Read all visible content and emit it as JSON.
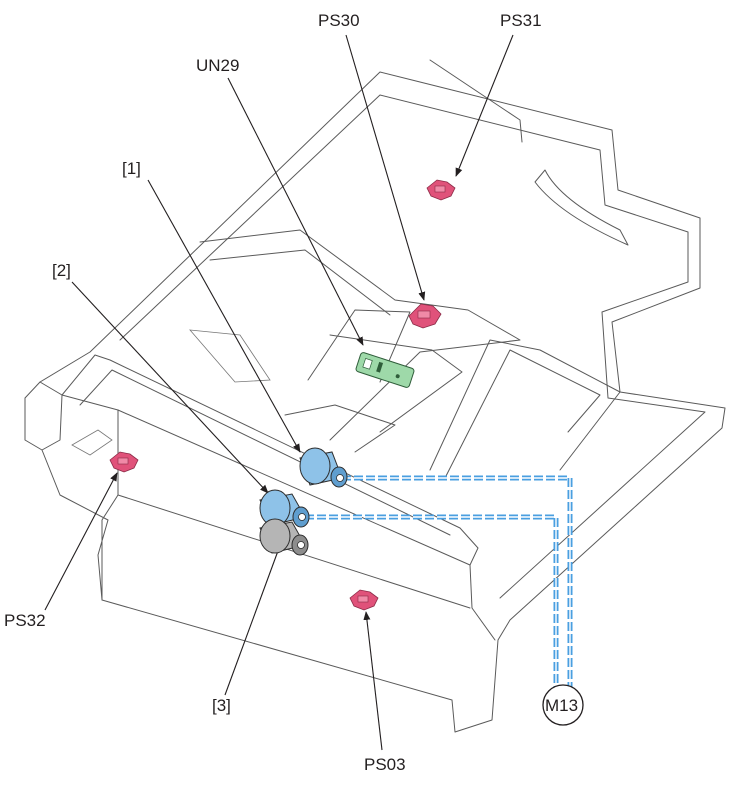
{
  "labels": {
    "ps30": "PS30",
    "ps31": "PS31",
    "un29": "UN29",
    "item1": "[1]",
    "item2": "[2]",
    "item3": "[3]",
    "ps32": "PS32",
    "ps03": "PS03",
    "m13": "M13"
  },
  "colors": {
    "sensor": "#e0527a",
    "board": "#9ed9a9",
    "roller_blue": "#8ec2e8",
    "roller_gray": "#b5b5b5",
    "drive_line": "#4a9fe0"
  }
}
